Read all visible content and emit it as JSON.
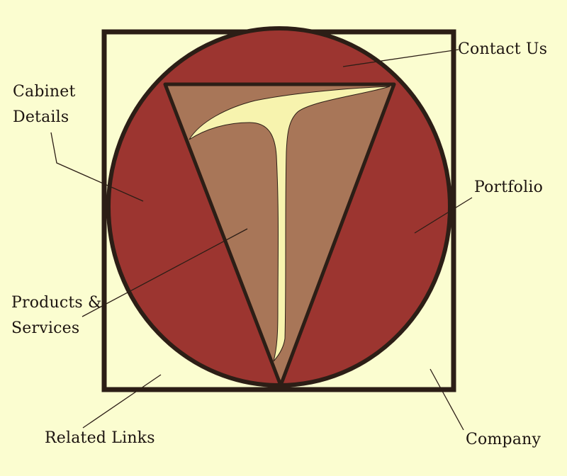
{
  "colors": {
    "background": "#fbfdd0",
    "frame": "#2c1e16",
    "circle_fill": "#9c3530",
    "triangle_fill": "#a87658",
    "letter_fill": "#f7f3ae"
  },
  "logo": {
    "letter_icon": "stylized-letter-t-icon"
  },
  "nav": {
    "contact": {
      "label": "Contact Us"
    },
    "cabinet": {
      "line1": "Cabinet",
      "line2": "Details"
    },
    "portfolio": {
      "label": "Portfolio"
    },
    "products": {
      "line1": "Products &",
      "line2": "Services"
    },
    "related": {
      "label": "Related Links"
    },
    "company": {
      "label": "Company"
    }
  }
}
